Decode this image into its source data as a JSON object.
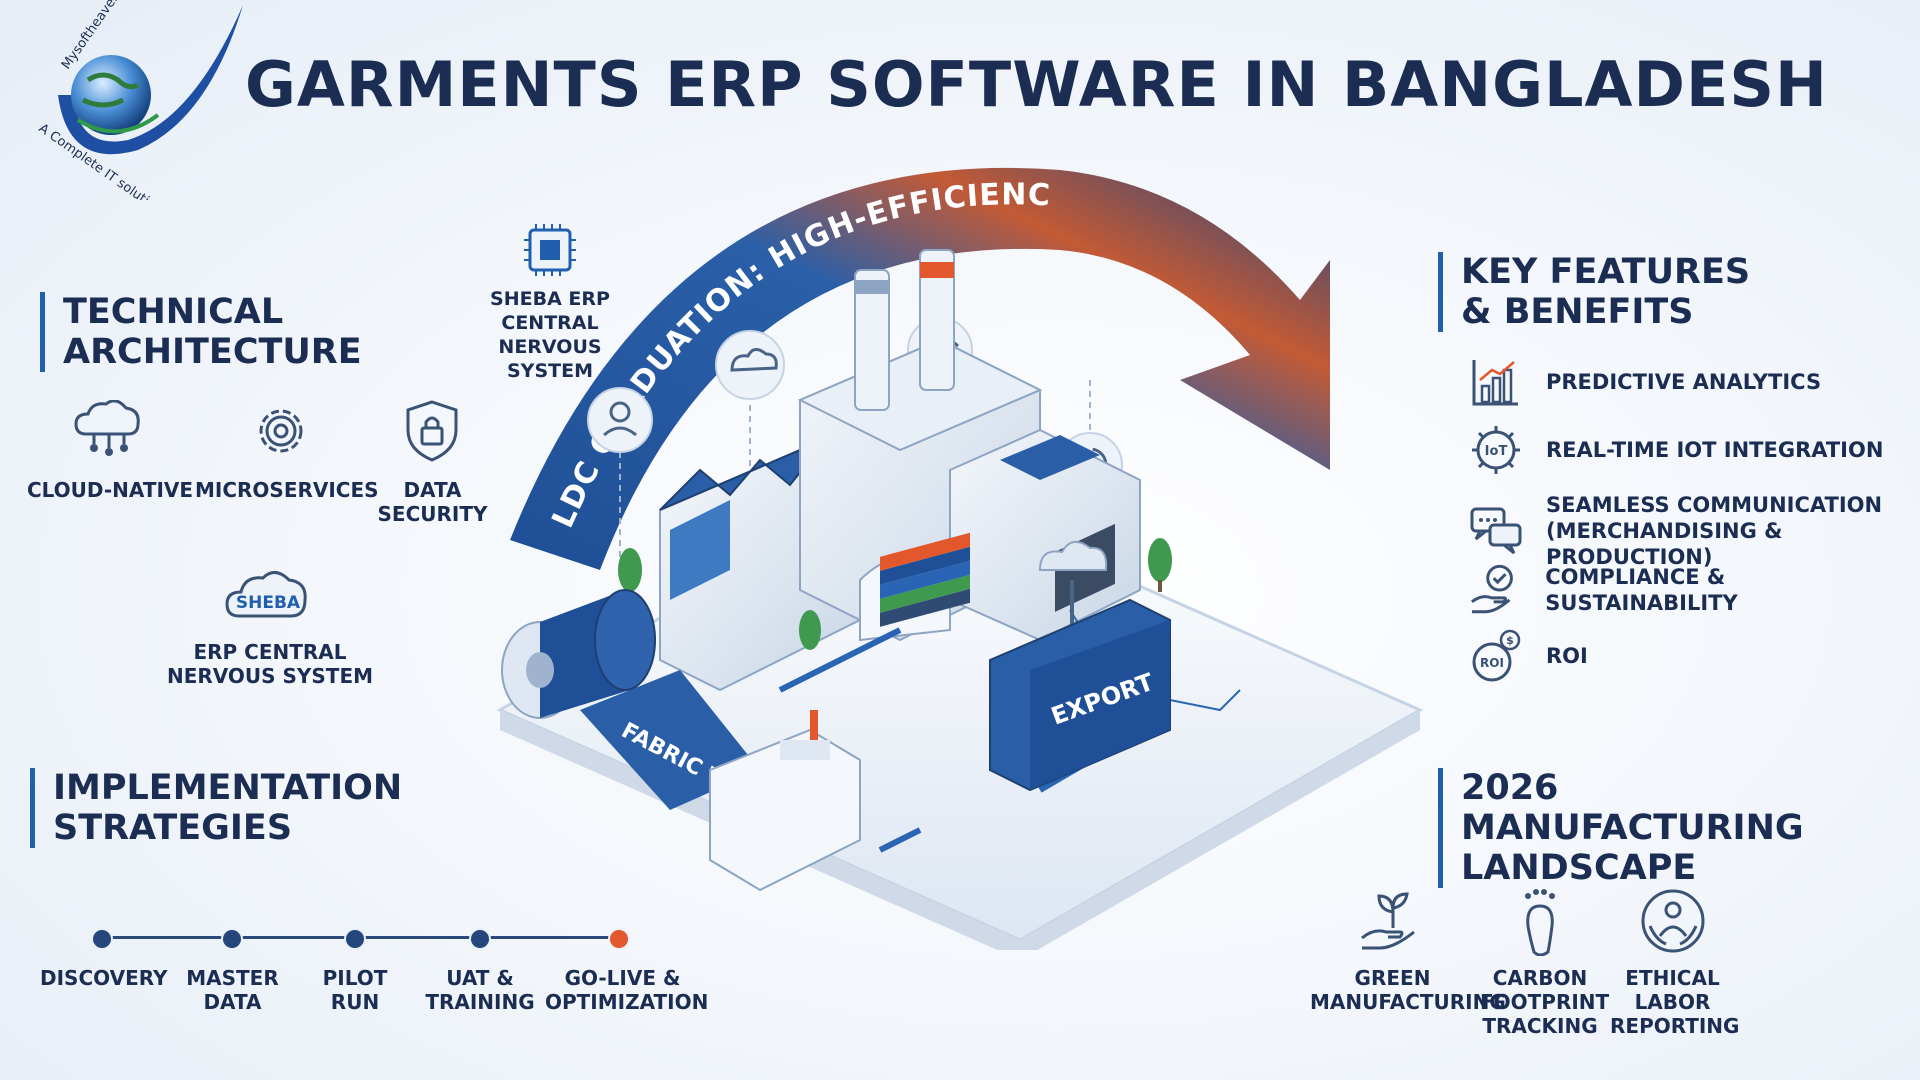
{
  "title": "GARMENTS ERP SOFTWARE IN BANGLADESH",
  "logo": {
    "brand": "Mysoftheaven",
    "tagline": "A Complete IT solution"
  },
  "arc_text": "LDC GRADUATION: HIGH-EFFICIENCY & TECHNOLOGY-DRIVEN",
  "technical_architecture": {
    "heading": "TECHNICAL ARCHITECTURE",
    "items": [
      {
        "label": "CLOUD-NATIVE",
        "icon": "cloud-network-icon"
      },
      {
        "label": "MICROSERVICES",
        "icon": "gear-icon"
      },
      {
        "label": "DATA SECURITY",
        "icon": "shield-lock-icon"
      }
    ],
    "core": {
      "badge": "SHEBA",
      "label": "ERP CENTRAL NERVOUS SYSTEM"
    }
  },
  "center": {
    "chip_label": "SHEBA ERP CENTRAL NERVOUS SYSTEM",
    "ribbon": "FABRIC TO FASHION",
    "container": "EXPORT"
  },
  "implementation": {
    "heading": "IMPLEMENTATION STRATEGIES",
    "steps": [
      "DISCOVERY",
      "MASTER DATA",
      "PILOT RUN",
      "UAT & TRAINING",
      "GO-LIVE & OPTIMIZATION"
    ]
  },
  "key_features": {
    "heading": "KEY FEATURES & BENEFITS",
    "items": [
      {
        "label": "PREDICTIVE ANALYTICS",
        "icon": "bar-chart-icon"
      },
      {
        "label": "REAL-TIME IOT INTEGRATION",
        "icon": "iot-icon"
      },
      {
        "label": "SEAMLESS COMMUNICATION (MERCHANDISING & PRODUCTION)",
        "icon": "chat-icon"
      },
      {
        "label": "COMPLIANCE & SUSTAINABILITY",
        "icon": "hand-check-icon"
      },
      {
        "label": "ROI",
        "icon": "roi-icon"
      }
    ]
  },
  "landscape": {
    "heading": "2026 MANUFACTURING LANDSCAPE",
    "items": [
      {
        "label": "GREEN MANUFACTURING",
        "icon": "plant-hand-icon"
      },
      {
        "label": "CARBON FOOTPRINT TRACKING",
        "icon": "footprint-icon"
      },
      {
        "label": "ETHICAL LABOR REPORTING",
        "icon": "people-circle-icon"
      }
    ]
  },
  "colors": {
    "navy": "#1b2d52",
    "blue": "#1f5fae",
    "orange": "#e2572c"
  }
}
